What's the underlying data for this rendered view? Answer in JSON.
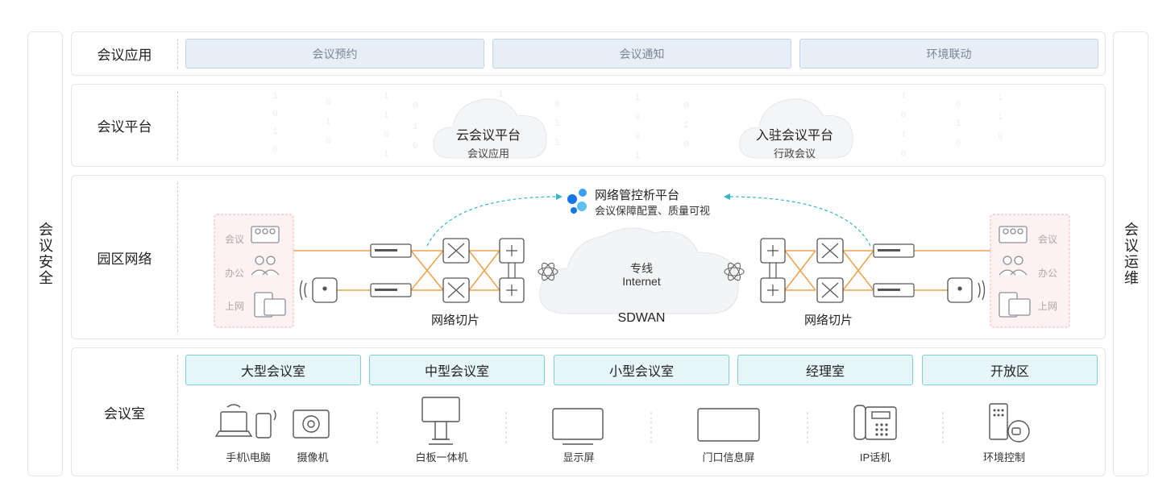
{
  "side": {
    "left": "会议安全",
    "right": "会议运维"
  },
  "app_layer": {
    "label": "会议应用",
    "items": [
      "会议预约",
      "会议通知",
      "环境联动"
    ]
  },
  "platform_layer": {
    "label": "会议平台",
    "cloud_meeting": {
      "title": "云会议平台",
      "sub": "会议应用"
    },
    "hosted_meeting": {
      "title": "入驻会议平台",
      "sub": "行政会议"
    }
  },
  "network_layer": {
    "label": "园区网络",
    "mgmt": {
      "title": "网络管控析平台",
      "sub": "会议保障配置、质量可视"
    },
    "cloud": {
      "line1": "专线",
      "line2": "Internet",
      "label": "SDWAN"
    },
    "slice_label": "网络切片",
    "zones": [
      "会议",
      "办公",
      "上网"
    ]
  },
  "room_layer": {
    "label": "会议室",
    "rooms": [
      "大型会议室",
      "中型会议室",
      "小型会议室",
      "经理室",
      "开放区"
    ],
    "devices": [
      "手机\\电脑",
      "摄像机",
      "白板一体机",
      "显示屏",
      "门口信息屏",
      "IP话机",
      "环境控制"
    ]
  },
  "colors": {
    "orange_line": "#f0a04b",
    "accent_blue": "#1677e6",
    "zone_fill": "#fdf1f1",
    "zone_border": "#f1b6b6",
    "room_fill": "#e6f5f7",
    "room_border": "#7fd0d8"
  }
}
